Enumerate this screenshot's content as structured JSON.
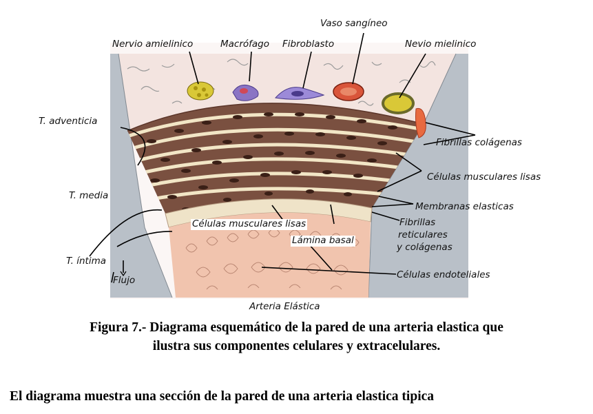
{
  "diagram": {
    "labels": {
      "vaso": "Vaso sangíneo",
      "nervio_amielinico": "Nervio amielinico",
      "macrofago": "Macrófago",
      "fibroblasto": "Fibroblasto",
      "nevio_mielinico": "Nevio mielinico",
      "t_adventicia": "T. adventicia",
      "fibrillas_colagenas": "Fibrillas colágenas",
      "celulas_musculares_lisas_right": "Células musculares lisas",
      "t_media": "T. media",
      "membranas_elasticas": "Membranas elasticas",
      "celulas_musculares_lisas_center": "Células musculares lisas",
      "fibrillas_reticulares_line1": "Fibrillas",
      "fibrillas_reticulares_line2": "reticulares",
      "fibrillas_reticulares_line3": "y colágenas",
      "lamina_basal": "Lámina basal",
      "t_intima": "T. íntima",
      "flujo": "Flujo",
      "celulas_endoteliales": "Células endoteliales",
      "arteria_elastica": "Arteria Elástica"
    },
    "colors": {
      "adventitia": "#f3e4e0",
      "media_band": "#7a5040",
      "elastic_lamina": "#f2e6c6",
      "intima": "#f1c4ae",
      "side_gray": "#b9c0c8",
      "nerve_yellow": "#d9c837",
      "vessel_red": "#d9553a",
      "macrophage": "#8a74c4",
      "fibroblast": "#9c8ad8"
    }
  },
  "caption": {
    "line1": "Figura 7.- Diagrama esquemático de la pared de una arteria elastica que",
    "line2": "ilustra sus componentes celulares y extracelulares."
  },
  "body_text": "El diagrama muestra una sección de la pared de una arteria elastica tipica"
}
